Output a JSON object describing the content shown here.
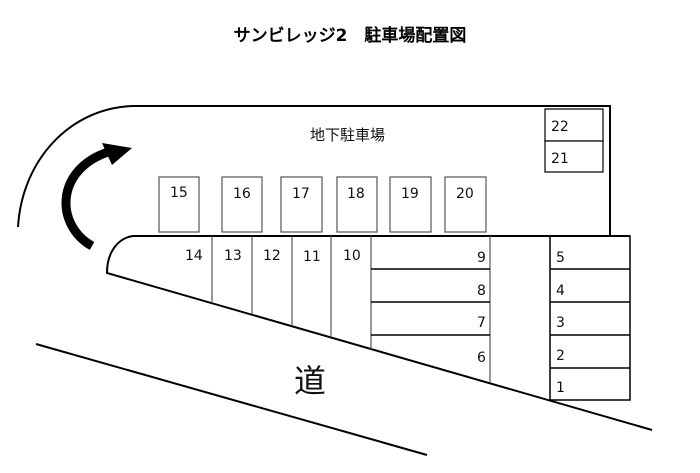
{
  "title": "サンビレッジ2　駐車場配置図",
  "underground_label": "地下駐車場",
  "road_label": "道",
  "underground_spots": [
    "15",
    "16",
    "17",
    "18",
    "19",
    "20"
  ],
  "underground_stack": [
    "22",
    "21"
  ],
  "front_row_spots": [
    "14",
    "13",
    "12",
    "11",
    "10"
  ],
  "middle_spots": [
    "9",
    "8",
    "7",
    "6"
  ],
  "right_column_spots": [
    "5",
    "4",
    "3",
    "2",
    "1"
  ],
  "colors": {
    "line": "#000000",
    "spot_border": "#555555",
    "background": "#ffffff"
  }
}
